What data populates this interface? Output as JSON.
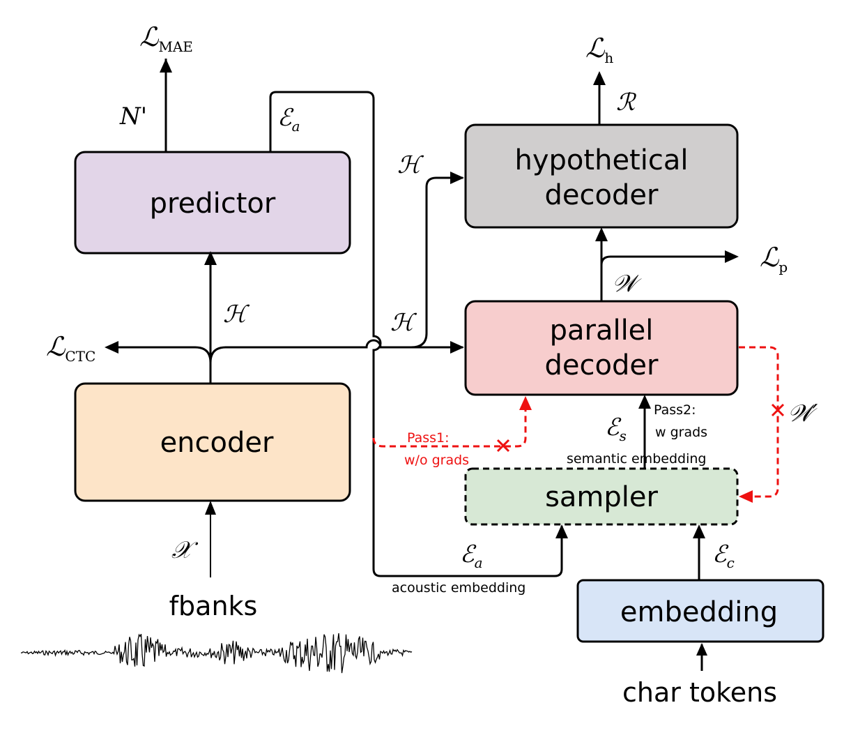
{
  "blocks": {
    "predictor": "predictor",
    "encoder": "encoder",
    "hyp_line1": "hypothetical",
    "hyp_line2": "decoder",
    "par_line1": "parallel",
    "par_line2": "decoder",
    "sampler": "sampler",
    "embedding": "embedding"
  },
  "inputs": {
    "fbanks": "fbanks",
    "char_tokens": "char tokens"
  },
  "symbols": {
    "L": "ℒ",
    "L_mae_sub": "MAE",
    "L_ctc_sub": "CTC",
    "L_h_sub": "h",
    "L_p_sub": "p",
    "N_prime": "N'",
    "E": "ℰ",
    "sub_a": "a",
    "sub_s": "s",
    "sub_c": "c",
    "H": "ℋ",
    "R": "ℛ",
    "W": "𝒲",
    "W_prime": "𝒲′",
    "X": "𝒳"
  },
  "notes": {
    "pass1_line1": "Pass1:",
    "pass1_line2": "w/o grads",
    "pass2_line1": "Pass2:",
    "pass2_line2": "w grads",
    "semantic_embedding": "semantic embedding",
    "acoustic_embedding": "acoustic embedding"
  },
  "colors": {
    "predictor_fill": "#e2d5e8",
    "encoder_fill": "#fde4c8",
    "hyp_fill": "#d0cece",
    "par_fill": "#f7cdcd",
    "sampler_fill": "#d7e8d5",
    "embedding_fill": "#d8e5f7",
    "red": "#ee1111"
  }
}
